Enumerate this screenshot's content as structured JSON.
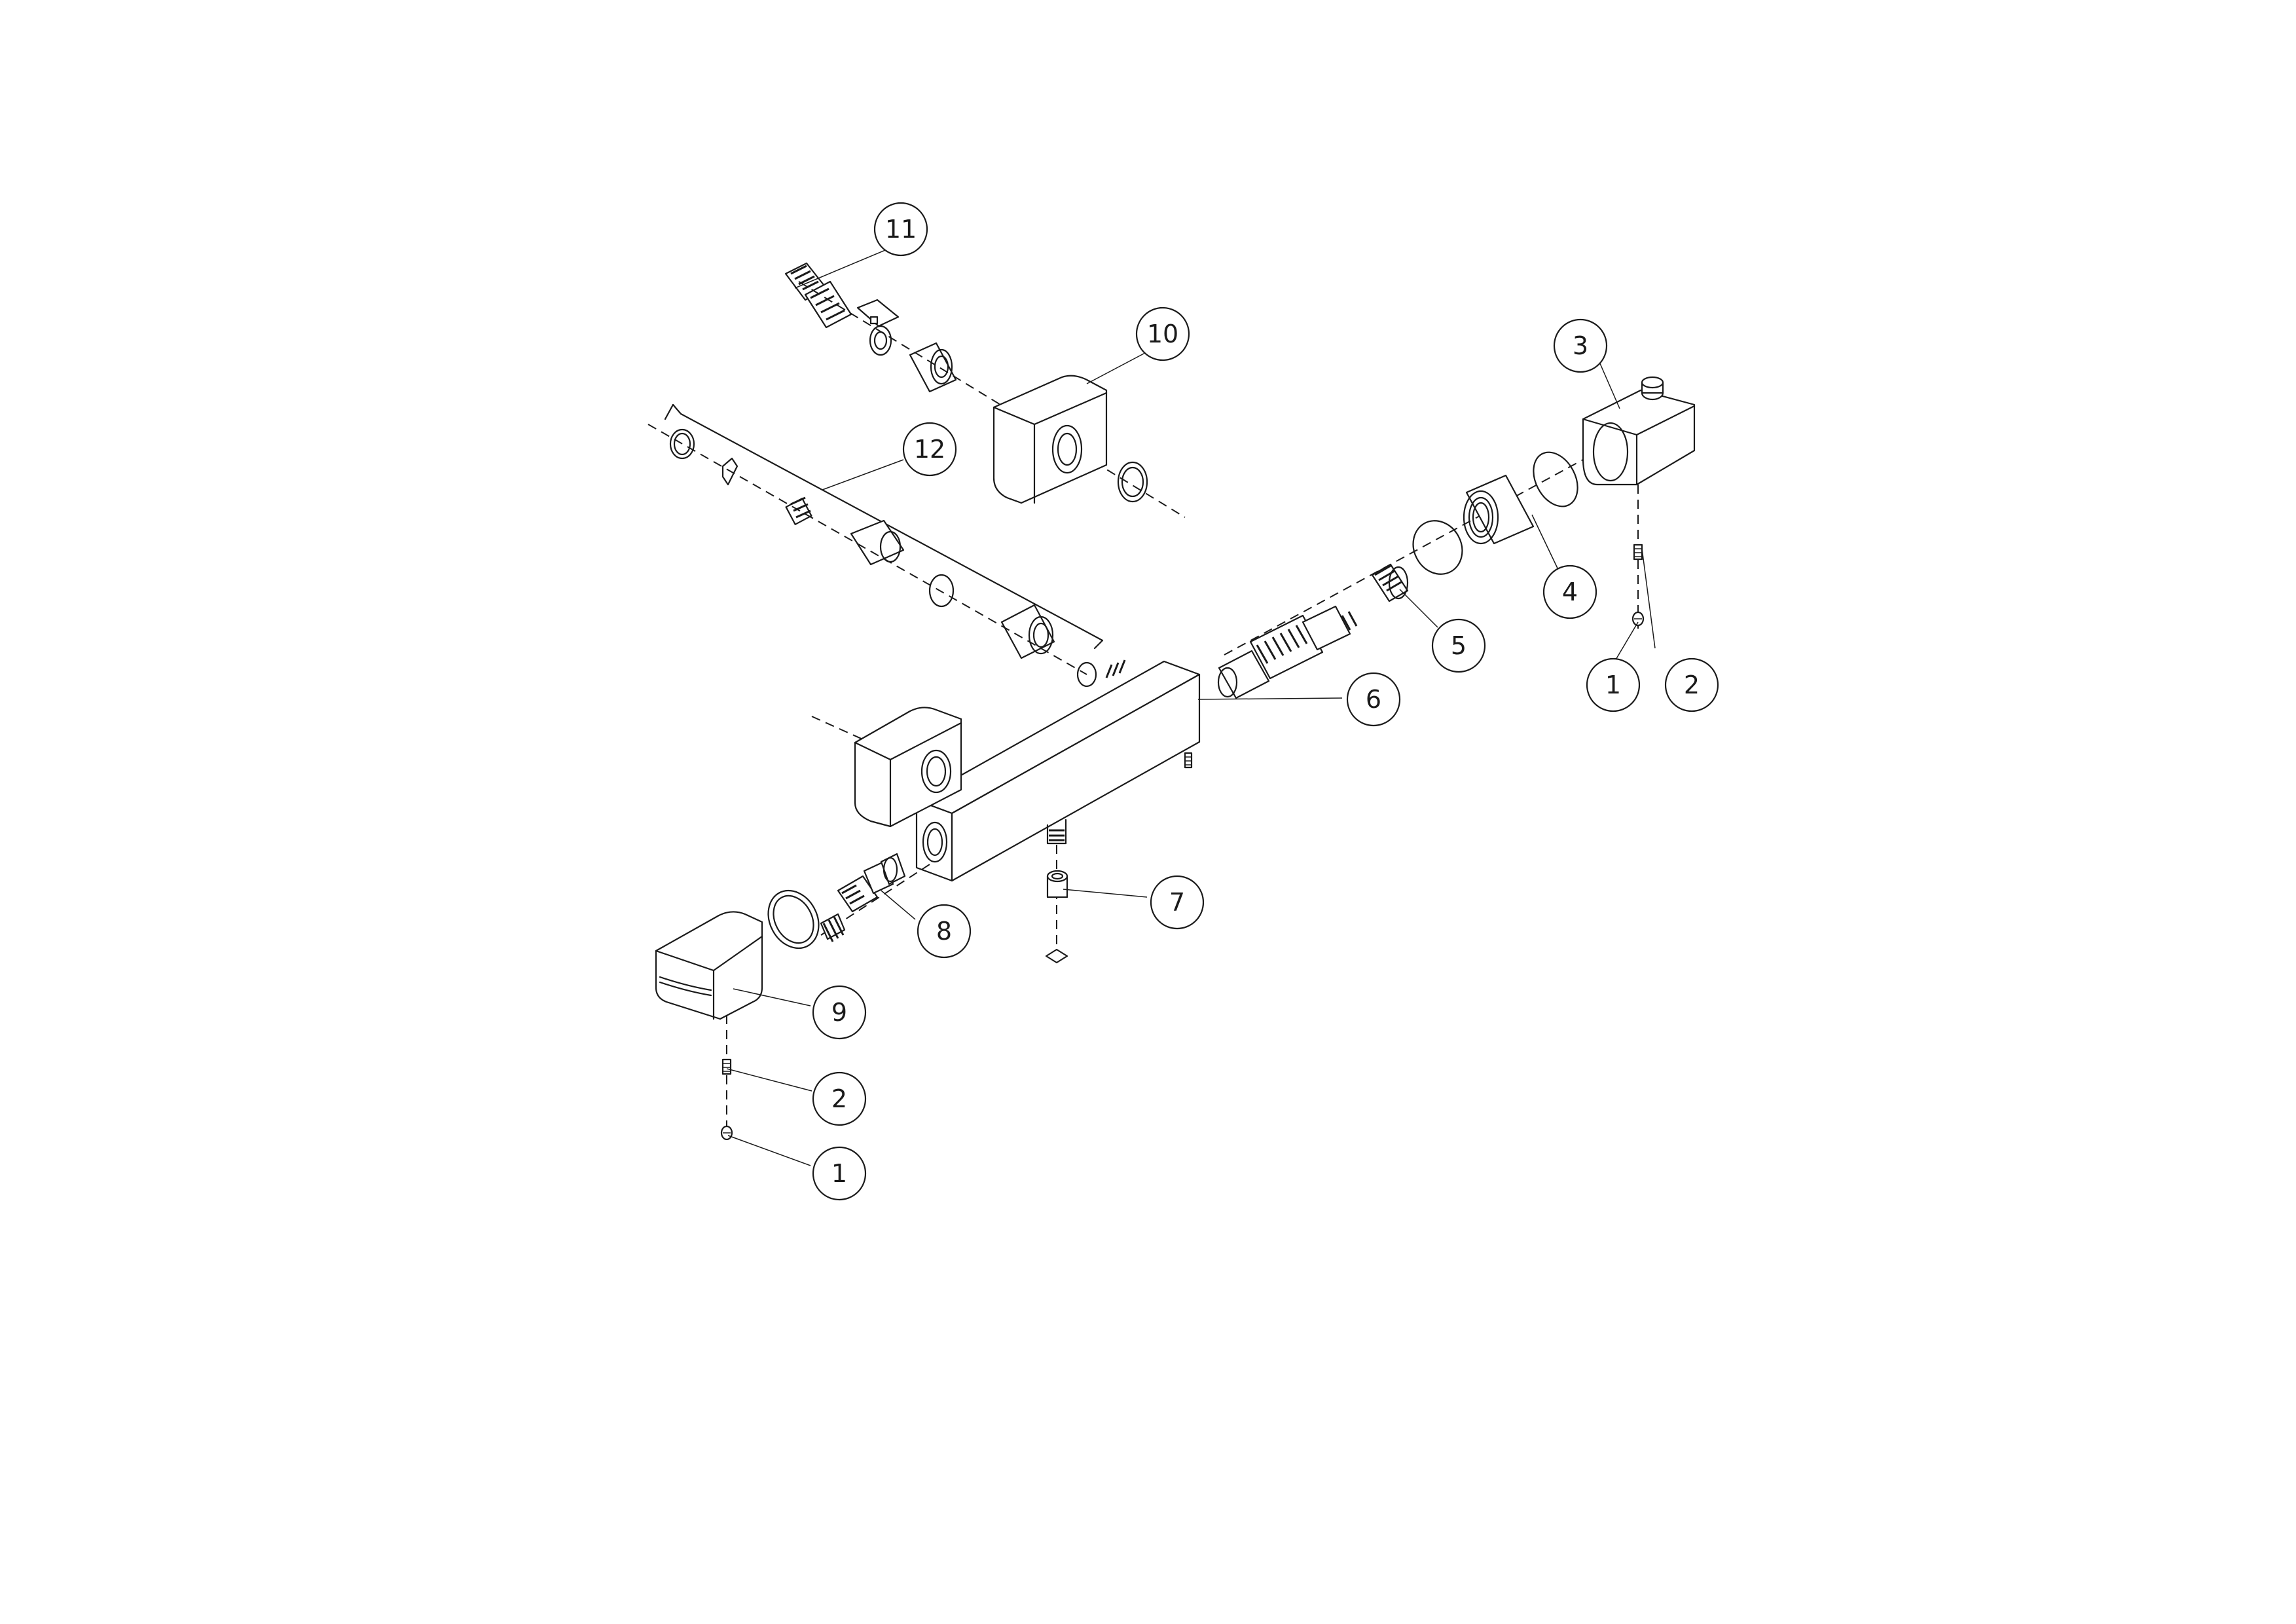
{
  "callouts": {
    "c1a": "1",
    "c2a": "2",
    "c1b": "1",
    "c2b": "2",
    "c3": "3",
    "c4": "4",
    "c5": "5",
    "c6": "6",
    "c7": "7",
    "c8": "8",
    "c9": "9",
    "c10": "10",
    "c11": "11",
    "c12": "12"
  }
}
